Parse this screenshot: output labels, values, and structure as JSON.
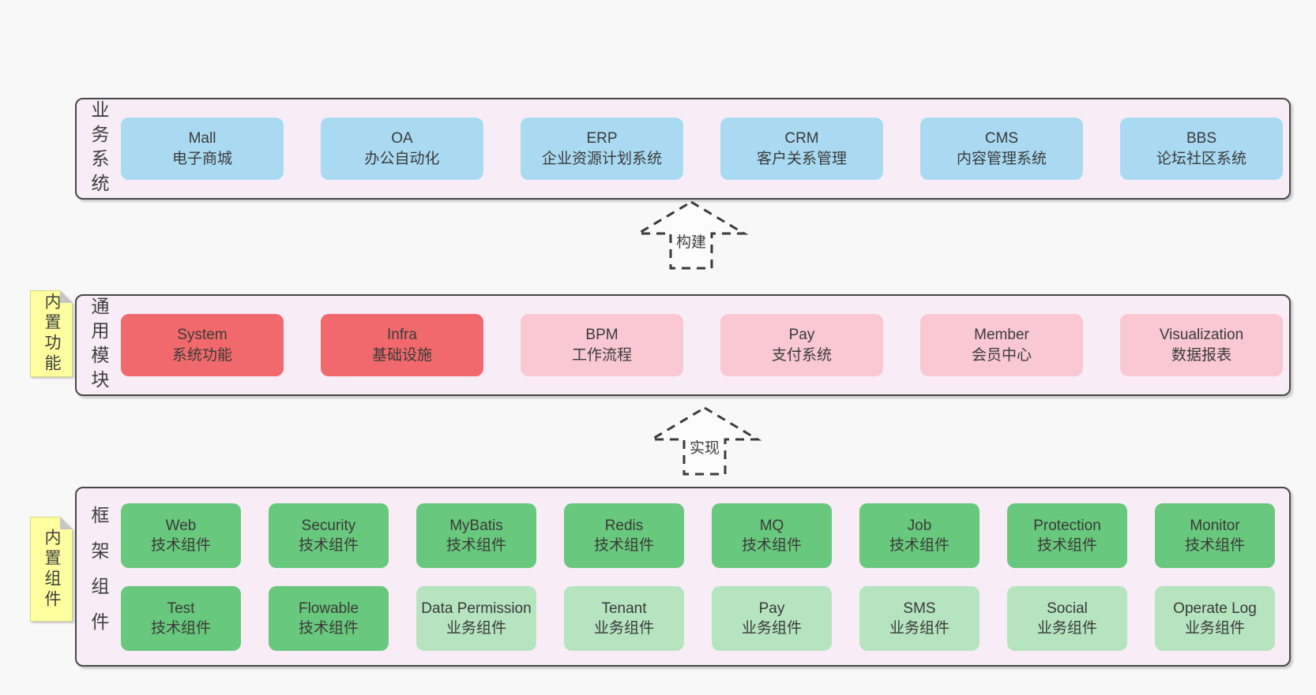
{
  "page": {
    "background": "#f8f8f8"
  },
  "colors": {
    "section_bg": "#f8edf6",
    "section_border": "#474747",
    "blue_box": "#a9daf2",
    "red_box": "#f1696c",
    "pink_box": "#f9c8d2",
    "green_box": "#68c87d",
    "light_green_box": "#b6e4be",
    "note_yellow": "#feff9f"
  },
  "sections": {
    "business": {
      "label": "业务系统",
      "boxes": [
        {
          "en": "Mall",
          "zh": "电子商城",
          "variant": "blue"
        },
        {
          "en": "OA",
          "zh": "办公自动化",
          "variant": "blue"
        },
        {
          "en": "ERP",
          "zh": "企业资源计划系统",
          "variant": "blue"
        },
        {
          "en": "CRM",
          "zh": "客户关系管理",
          "variant": "blue"
        },
        {
          "en": "CMS",
          "zh": "内容管理系统",
          "variant": "blue"
        },
        {
          "en": "BBS",
          "zh": "论坛社区系统",
          "variant": "blue"
        }
      ]
    },
    "common": {
      "label": "通用模块",
      "note": "内置功能",
      "boxes": [
        {
          "en": "System",
          "zh": "系统功能",
          "variant": "red"
        },
        {
          "en": "Infra",
          "zh": "基础设施",
          "variant": "red"
        },
        {
          "en": "BPM",
          "zh": "工作流程",
          "variant": "pink"
        },
        {
          "en": "Pay",
          "zh": "支付系统",
          "variant": "pink"
        },
        {
          "en": "Member",
          "zh": "会员中心",
          "variant": "pink"
        },
        {
          "en": "Visualization",
          "zh": "数据报表",
          "variant": "pink"
        }
      ]
    },
    "framework": {
      "label": "框架组件",
      "note": "内置组件",
      "row1": [
        {
          "en": "Web",
          "zh": "技术组件",
          "variant": "green"
        },
        {
          "en": "Security",
          "zh": "技术组件",
          "variant": "green"
        },
        {
          "en": "MyBatis",
          "zh": "技术组件",
          "variant": "green"
        },
        {
          "en": "Redis",
          "zh": "技术组件",
          "variant": "green"
        },
        {
          "en": "MQ",
          "zh": "技术组件",
          "variant": "green"
        },
        {
          "en": "Job",
          "zh": "技术组件",
          "variant": "green"
        },
        {
          "en": "Protection",
          "zh": "技术组件",
          "variant": "green"
        },
        {
          "en": "Monitor",
          "zh": "技术组件",
          "variant": "green"
        }
      ],
      "row2": [
        {
          "en": "Test",
          "zh": "技术组件",
          "variant": "green"
        },
        {
          "en": "Flowable",
          "zh": "技术组件",
          "variant": "green"
        },
        {
          "en": "Data Permission",
          "zh": "业务组件",
          "variant": "lightgreen"
        },
        {
          "en": "Tenant",
          "zh": "业务组件",
          "variant": "lightgreen"
        },
        {
          "en": "Pay",
          "zh": "业务组件",
          "variant": "lightgreen"
        },
        {
          "en": "SMS",
          "zh": "业务组件",
          "variant": "lightgreen"
        },
        {
          "en": "Social",
          "zh": "业务组件",
          "variant": "lightgreen"
        },
        {
          "en": "Operate Log",
          "zh": "业务组件",
          "variant": "lightgreen"
        }
      ]
    }
  },
  "arrows": {
    "build": {
      "label": "构建"
    },
    "implement": {
      "label": "实现"
    }
  }
}
